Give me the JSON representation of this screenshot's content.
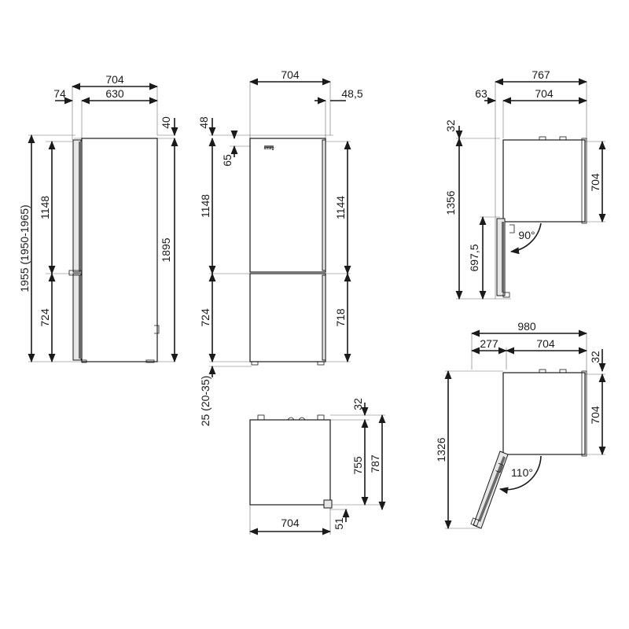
{
  "side_view": {
    "total_depth": "704",
    "door_depth": "74",
    "cabinet_depth": "630",
    "top_gap": "40",
    "total_height": "1955 (1950-1965)",
    "upper_door_height": "1148",
    "lower_door_height": "724",
    "cabinet_height": "1895"
  },
  "front_view": {
    "width": "704",
    "handle_offset": "48,5",
    "top_gap": "48",
    "hinge_offset": "65",
    "upper_section_left": "1148",
    "lower_section_left": "724",
    "upper_section_right": "1144",
    "lower_section_right": "718",
    "feet_height": "25 (20-35)",
    "brand_mark": "smeg"
  },
  "bottom_view": {
    "depth": "704",
    "top_offset": "32",
    "inner_depth": "755",
    "outer_depth": "787",
    "bottom_offset": "51"
  },
  "top_view_90": {
    "overall_width": "767",
    "hinge_offset": "63",
    "width": "704",
    "top_offset": "32",
    "overall_depth": "1356",
    "depth": "704",
    "door_depth": "697,5",
    "door_angle": "90°"
  },
  "top_view_110": {
    "overall_width": "980",
    "door_swing": "277",
    "width": "704",
    "top_offset": "32",
    "depth": "704",
    "overall_depth": "1326",
    "door_angle": "110°"
  }
}
